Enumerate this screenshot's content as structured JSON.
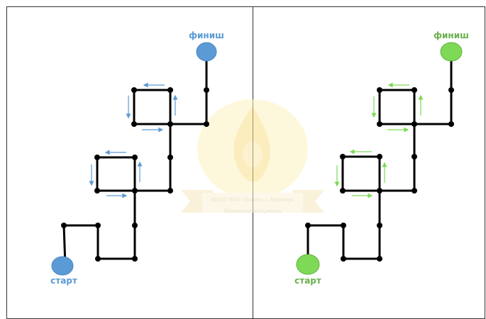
{
  "colors": {
    "blue": "#5b9bd5",
    "green": "#7ed957",
    "green_text": "#6ab04c",
    "line": "#000000"
  },
  "labels": {
    "finish": "финиш",
    "start": "старт",
    "start_right": "старт"
  },
  "watermark": {
    "line1": "МДОУ №60 «Огонек» г. Нерюнгри",
    "line2": "Нерюнгринского района"
  }
}
